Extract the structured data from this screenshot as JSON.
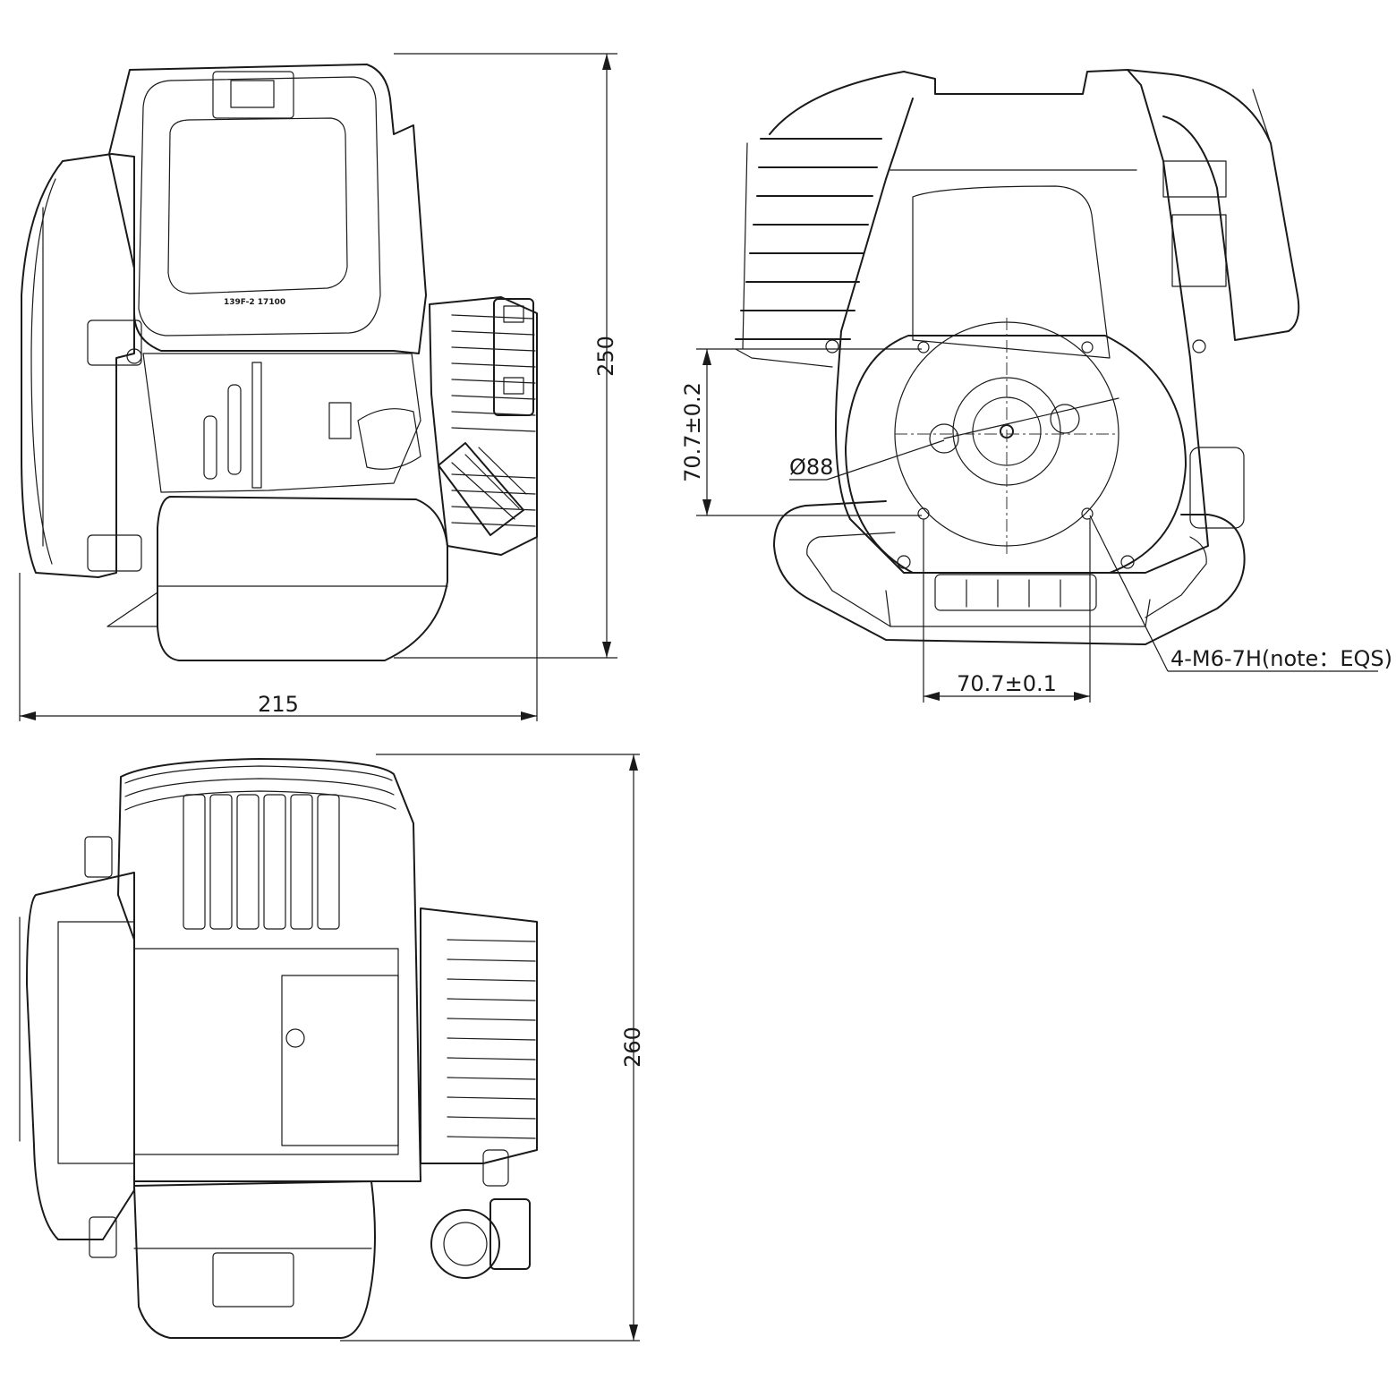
{
  "views": {
    "side": {
      "part_label": "139F-2  17100",
      "height_dim": "250",
      "width_dim": "215"
    },
    "front": {
      "mount_height_dim": "70.7±0.2",
      "diameter_dim": "Ø88",
      "mount_width_dim": "70.7±0.1",
      "thread_note": "4-M6-7H(note：EQS)"
    },
    "top": {
      "height_dim": "260"
    }
  },
  "colors": {
    "line": "#1a1a1a",
    "background": "#ffffff"
  }
}
